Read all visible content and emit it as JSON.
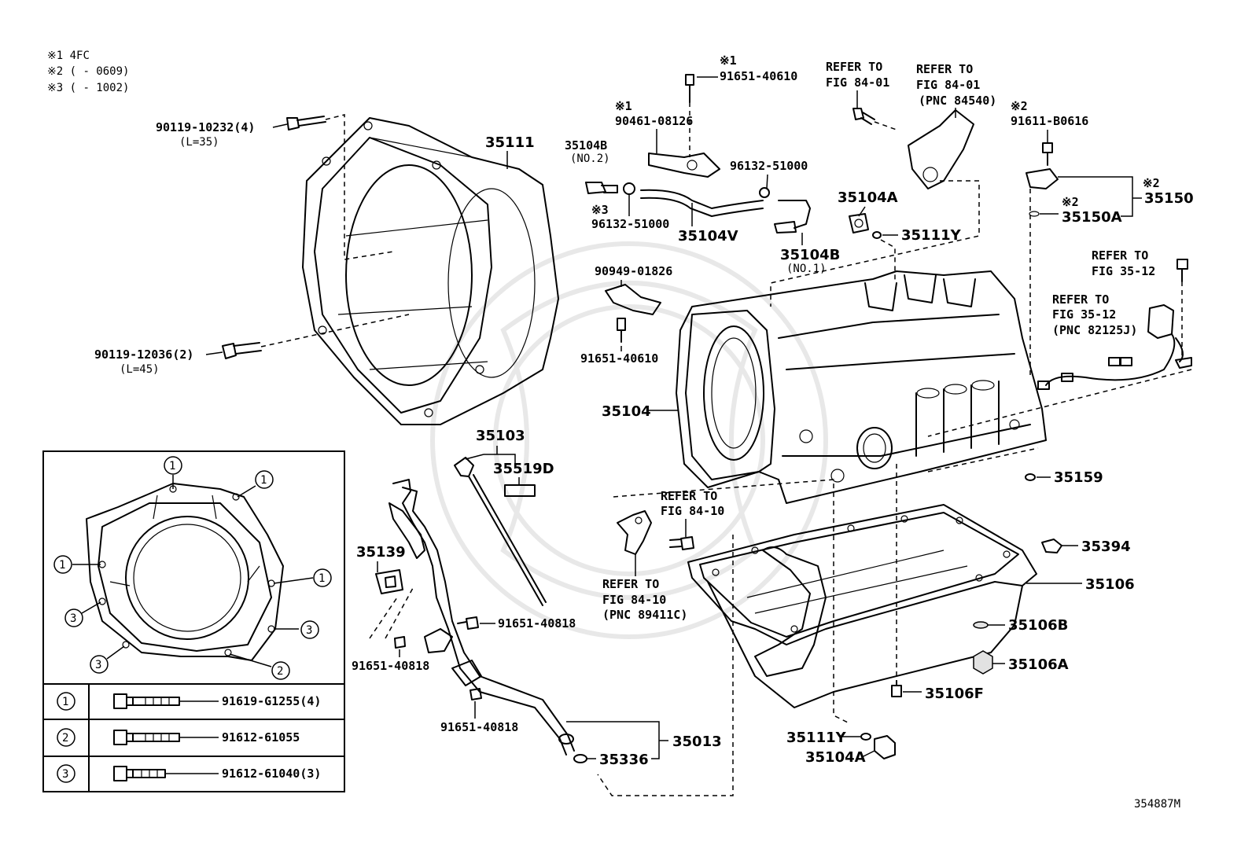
{
  "notes": {
    "n1": "※1 4FC",
    "n2": "※2 (      - 0609)",
    "n3": "※3 (      - 1002)"
  },
  "labels": {
    "p90119_10232": "90119-10232(4)",
    "p90119_10232_len": "(L=35)",
    "p90119_12036": "90119-12036(2)",
    "p90119_12036_len": "(L=45)",
    "p35111": "35111",
    "p35104B_top": "35104B",
    "p35104B_top_sub": "(NO.2)",
    "m1a": "※1",
    "p90461_08126": "90461-08126",
    "m1b": "※1",
    "p91651_40610_top": "91651-40610",
    "p96132_51000_a": "96132-51000",
    "m3": "※3",
    "p96132_51000_b": "96132-51000",
    "p35104V": "35104V",
    "p35104B_bot": "35104B",
    "p35104B_bot_sub": "(NO.1)",
    "p35104A_top": "35104A",
    "p35111Y_top": "35111Y",
    "refer1_a": "REFER TO",
    "refer1_b": "FIG 84-01",
    "refer2_a": "REFER TO",
    "refer2_b": "FIG 84-01",
    "refer2_c": "(PNC 84540)",
    "m2a": "※2",
    "p91611_B0616": "91611-B0616",
    "m2b": "※2",
    "p35150": "35150",
    "m2c": "※2",
    "p35150A": "35150A",
    "refer3_a": "REFER TO",
    "refer3_b": "FIG 35-12",
    "refer4_a": "REFER TO",
    "refer4_b": "FIG 35-12",
    "refer4_c": "(PNC 82125J)",
    "p90949_01826": "90949-01826",
    "p91651_40610_mid": "91651-40610",
    "p35104": "35104",
    "p35103": "35103",
    "p35519D": "35519D",
    "p35159": "35159",
    "refer5_a": "REFER TO",
    "refer5_b": "FIG 84-10",
    "refer6_a": "REFER TO",
    "refer6_b": "FIG 84-10",
    "refer6_c": "(PNC 89411C)",
    "p35139": "35139",
    "p91651_40818_a": "91651-40818",
    "p91651_40818_b": "91651-40818",
    "p91651_40818_c": "91651-40818",
    "p35394": "35394",
    "p35106": "35106",
    "p35106B": "35106B",
    "p35106A": "35106A",
    "p35106F": "35106F",
    "p35013": "35013",
    "p35336": "35336",
    "p35111Y_bot": "35111Y",
    "p35104A_bot": "35104A",
    "diagram_id": "354887M"
  },
  "inset": {
    "callouts": [
      "1",
      "1",
      "1",
      "1",
      "3",
      "3",
      "3",
      "2"
    ],
    "rows": [
      {
        "key": "1",
        "part": "91619-G1255(4)"
      },
      {
        "key": "2",
        "part": "91612-61055"
      },
      {
        "key": "3",
        "part": "91612-61040(3)"
      }
    ]
  }
}
